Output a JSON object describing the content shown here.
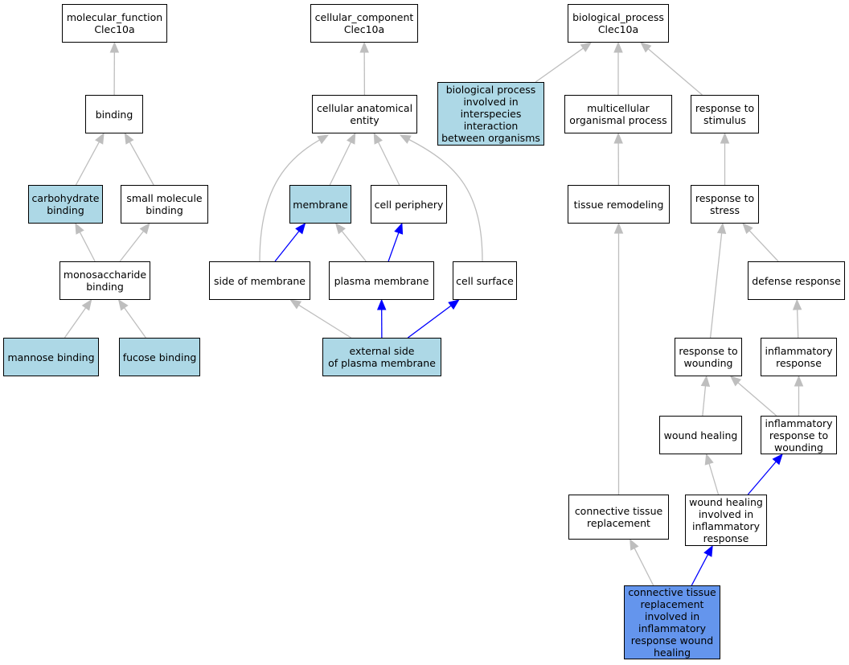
{
  "colors": {
    "node_default": "#ffffff",
    "node_annotated": "#add8e6",
    "node_focus": "#6495ed",
    "edge_default": "#bebebe",
    "edge_path": "#0000ff",
    "border": "#000000"
  },
  "nodes": [
    {
      "id": "mf_root",
      "label": "molecular_function\nClec10a",
      "style": "default"
    },
    {
      "id": "binding",
      "label": "binding",
      "style": "default"
    },
    {
      "id": "carb_binding",
      "label": "carbohydrate\nbinding",
      "style": "annotated"
    },
    {
      "id": "small_mol_binding",
      "label": "small molecule\nbinding",
      "style": "default"
    },
    {
      "id": "monosacch_binding",
      "label": "monosaccharide\nbinding",
      "style": "default"
    },
    {
      "id": "mannose_binding",
      "label": "mannose binding",
      "style": "annotated"
    },
    {
      "id": "fucose_binding",
      "label": "fucose binding",
      "style": "annotated"
    },
    {
      "id": "cc_root",
      "label": "cellular_component\nClec10a",
      "style": "default"
    },
    {
      "id": "cell_anat_entity",
      "label": "cellular anatomical\nentity",
      "style": "default"
    },
    {
      "id": "membrane",
      "label": "membrane",
      "style": "annotated"
    },
    {
      "id": "cell_periphery",
      "label": "cell periphery",
      "style": "default"
    },
    {
      "id": "side_of_membrane",
      "label": "side of membrane",
      "style": "default"
    },
    {
      "id": "plasma_membrane",
      "label": "plasma membrane",
      "style": "default"
    },
    {
      "id": "cell_surface",
      "label": "cell surface",
      "style": "default"
    },
    {
      "id": "ext_side_pm",
      "label": "external side\nof plasma membrane",
      "style": "annotated"
    },
    {
      "id": "bp_root",
      "label": "biological_process\nClec10a",
      "style": "default"
    },
    {
      "id": "bp_interspecies",
      "label": "biological process\ninvolved in\ninterspecies\ninteraction\nbetween organisms",
      "style": "annotated"
    },
    {
      "id": "multicell_proc",
      "label": "multicellular\norganismal process",
      "style": "default"
    },
    {
      "id": "resp_stimulus",
      "label": "response to\nstimulus",
      "style": "default"
    },
    {
      "id": "tissue_remodel",
      "label": "tissue remodeling",
      "style": "default"
    },
    {
      "id": "resp_stress",
      "label": "response to\nstress",
      "style": "default"
    },
    {
      "id": "defense_resp",
      "label": "defense response",
      "style": "default"
    },
    {
      "id": "resp_wounding",
      "label": "response to\nwounding",
      "style": "default"
    },
    {
      "id": "inflam_resp",
      "label": "inflammatory\nresponse",
      "style": "default"
    },
    {
      "id": "wound_healing",
      "label": "wound healing",
      "style": "default"
    },
    {
      "id": "inflam_resp_wound",
      "label": "inflammatory\nresponse to\nwounding",
      "style": "default"
    },
    {
      "id": "conn_tissue_repl",
      "label": "connective tissue\nreplacement",
      "style": "default"
    },
    {
      "id": "wh_inflam",
      "label": "wound healing\ninvolved in\ninflammatory\nresponse",
      "style": "default"
    },
    {
      "id": "ctr_inflam_wh",
      "label": "connective tissue\nreplacement\ninvolved in\ninflammatory\nresponse wound\nhealing",
      "style": "focus"
    }
  ],
  "edges": [
    {
      "from": "binding",
      "to": "mf_root",
      "kind": "is_a"
    },
    {
      "from": "carb_binding",
      "to": "binding",
      "kind": "is_a"
    },
    {
      "from": "small_mol_binding",
      "to": "binding",
      "kind": "is_a"
    },
    {
      "from": "monosacch_binding",
      "to": "carb_binding",
      "kind": "is_a"
    },
    {
      "from": "monosacch_binding",
      "to": "small_mol_binding",
      "kind": "is_a"
    },
    {
      "from": "mannose_binding",
      "to": "monosacch_binding",
      "kind": "is_a"
    },
    {
      "from": "fucose_binding",
      "to": "monosacch_binding",
      "kind": "is_a"
    },
    {
      "from": "cell_anat_entity",
      "to": "cc_root",
      "kind": "is_a"
    },
    {
      "from": "membrane",
      "to": "cell_anat_entity",
      "kind": "is_a"
    },
    {
      "from": "cell_periphery",
      "to": "cell_anat_entity",
      "kind": "is_a"
    },
    {
      "from": "side_of_membrane",
      "to": "cell_anat_entity",
      "kind": "is_a"
    },
    {
      "from": "cell_surface",
      "to": "cell_anat_entity",
      "kind": "is_a"
    },
    {
      "from": "side_of_membrane",
      "to": "membrane",
      "kind": "part_of"
    },
    {
      "from": "plasma_membrane",
      "to": "membrane",
      "kind": "is_a"
    },
    {
      "from": "plasma_membrane",
      "to": "cell_periphery",
      "kind": "part_of"
    },
    {
      "from": "ext_side_pm",
      "to": "side_of_membrane",
      "kind": "is_a"
    },
    {
      "from": "ext_side_pm",
      "to": "plasma_membrane",
      "kind": "part_of"
    },
    {
      "from": "ext_side_pm",
      "to": "cell_surface",
      "kind": "part_of"
    },
    {
      "from": "bp_interspecies",
      "to": "bp_root",
      "kind": "is_a"
    },
    {
      "from": "multicell_proc",
      "to": "bp_root",
      "kind": "is_a"
    },
    {
      "from": "resp_stimulus",
      "to": "bp_root",
      "kind": "is_a"
    },
    {
      "from": "tissue_remodel",
      "to": "multicell_proc",
      "kind": "is_a"
    },
    {
      "from": "resp_stress",
      "to": "resp_stimulus",
      "kind": "is_a"
    },
    {
      "from": "defense_resp",
      "to": "resp_stress",
      "kind": "is_a"
    },
    {
      "from": "resp_wounding",
      "to": "resp_stress",
      "kind": "is_a"
    },
    {
      "from": "inflam_resp",
      "to": "defense_resp",
      "kind": "is_a"
    },
    {
      "from": "wound_healing",
      "to": "resp_wounding",
      "kind": "is_a"
    },
    {
      "from": "inflam_resp_wound",
      "to": "resp_wounding",
      "kind": "is_a"
    },
    {
      "from": "inflam_resp_wound",
      "to": "inflam_resp",
      "kind": "is_a"
    },
    {
      "from": "conn_tissue_repl",
      "to": "tissue_remodel",
      "kind": "is_a"
    },
    {
      "from": "wh_inflam",
      "to": "wound_healing",
      "kind": "is_a"
    },
    {
      "from": "wh_inflam",
      "to": "inflam_resp_wound",
      "kind": "part_of"
    },
    {
      "from": "ctr_inflam_wh",
      "to": "conn_tissue_repl",
      "kind": "is_a"
    },
    {
      "from": "ctr_inflam_wh",
      "to": "wh_inflam",
      "kind": "part_of"
    }
  ]
}
